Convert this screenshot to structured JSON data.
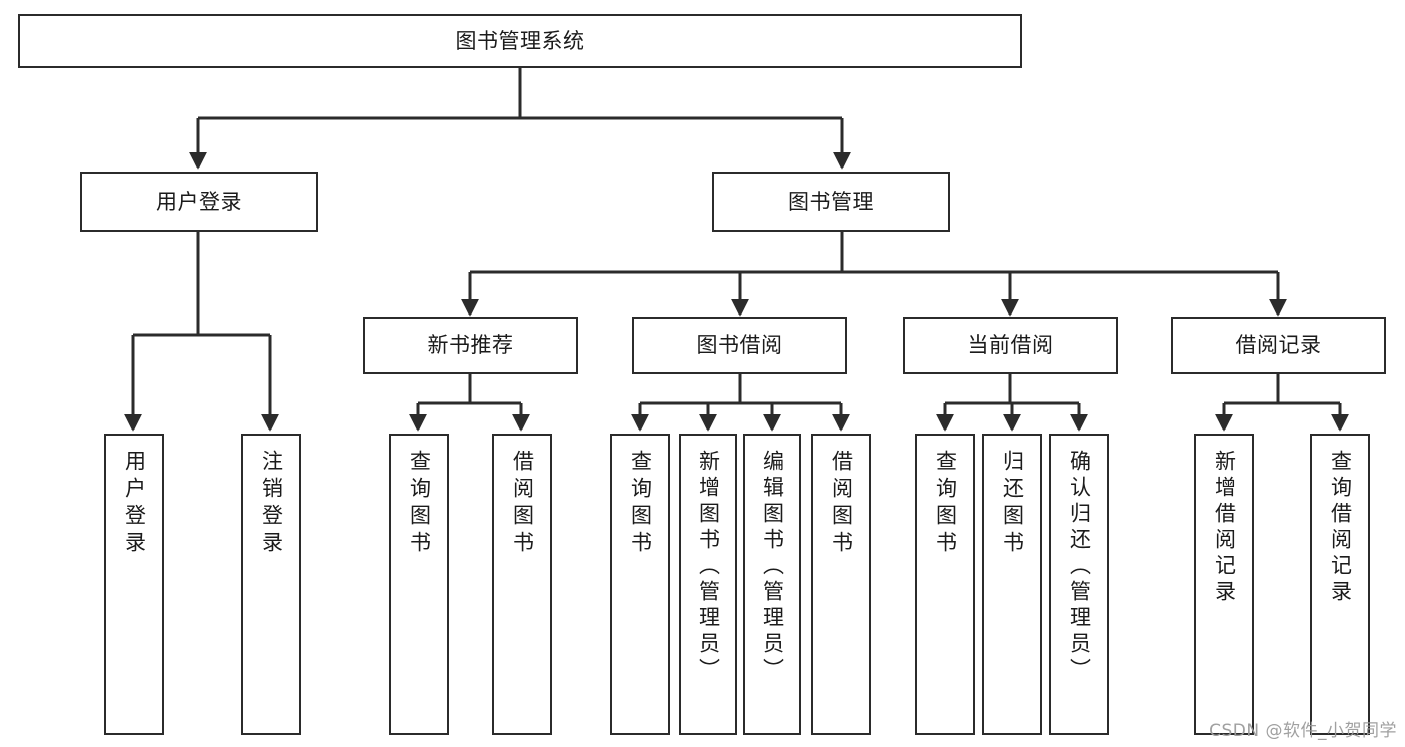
{
  "diagram": {
    "title": "图书管理系统",
    "type": "tree-hierarchy-chart",
    "orientation": "top-down",
    "colors": {
      "box_border": "#2b2b2b",
      "box_fill": "#ffffff",
      "edge": "#2b2b2b",
      "text": "#1b1b1b",
      "watermark": "#9b9b9b",
      "background": "#ffffff"
    }
  },
  "root": {
    "label": "图书管理系统"
  },
  "level2": [
    {
      "label": "用户登录"
    },
    {
      "label": "图书管理"
    }
  ],
  "level3": [
    {
      "label": "新书推荐"
    },
    {
      "label": "图书借阅"
    },
    {
      "label": "当前借阅"
    },
    {
      "label": "借阅记录"
    }
  ],
  "leaves": {
    "user_login": [
      {
        "label": "用户登录"
      },
      {
        "label": "注销登录"
      }
    ],
    "new_book_recommend": [
      {
        "label": "查询图书"
      },
      {
        "label": "借阅图书"
      }
    ],
    "book_borrow": [
      {
        "label": "查询图书"
      },
      {
        "label": "新增图书（管理员）"
      },
      {
        "label": "编辑图书（管理员）"
      },
      {
        "label": "借阅图书"
      }
    ],
    "current_borrow": [
      {
        "label": "查询图书"
      },
      {
        "label": "归还图书"
      },
      {
        "label": "确认归还（管理员）"
      }
    ],
    "borrow_record": [
      {
        "label": "新增借阅记录"
      },
      {
        "label": "查询借阅记录"
      }
    ]
  },
  "watermark": {
    "text": "CSDN @软件_小贺同学"
  }
}
